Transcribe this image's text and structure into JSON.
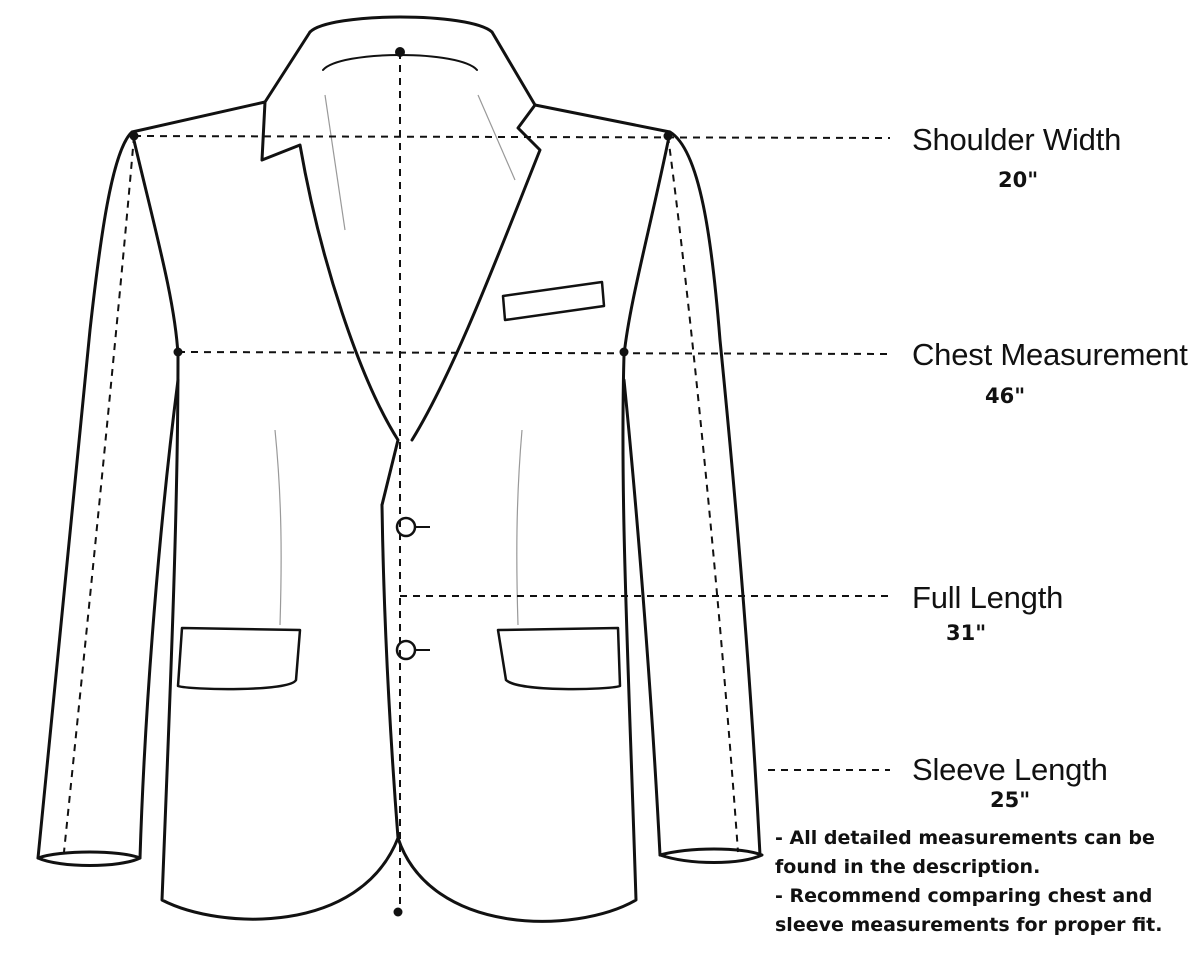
{
  "measurements": {
    "shoulder": {
      "label": "Shoulder Width",
      "value": "20\""
    },
    "chest": {
      "label": "Chest Measurement",
      "value": "46\""
    },
    "length": {
      "label": "Full Length",
      "value": "31\""
    },
    "sleeve": {
      "label": "Sleeve Length",
      "value": "25\""
    }
  },
  "notes": {
    "line1": "- All detailed measurements can be",
    "line2": "found in the description.",
    "line3": "- Recommend comparing chest and",
    "line4": "sleeve measurements for proper fit."
  }
}
